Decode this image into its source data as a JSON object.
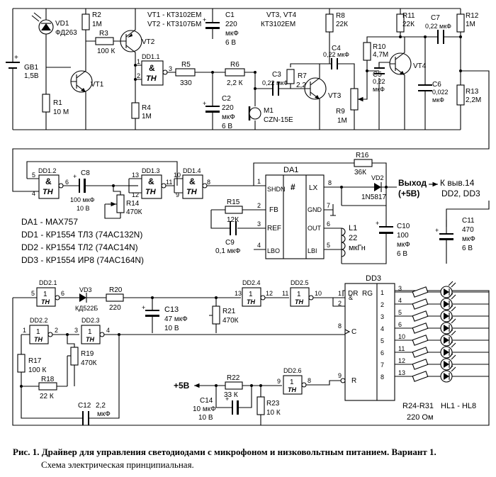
{
  "caption": {
    "line1": "Рис. 1. Драйвер для управления светодиодами с микрофоном и низковольтным питанием. Вариант 1.",
    "line2": "Схема электрическая принципиальная."
  },
  "legend_top": {
    "vt1": "VT1 - КТ3102ЕМ",
    "vt2": "VT2 - КТ3107БМ",
    "vt34a": "VT3, VT4",
    "vt34b": "КТ3102ЕМ"
  },
  "legend_ic": {
    "da1": "DA1 - MAX757",
    "dd1": "DD1 - КР1554 ТЛ3 (74AC132N)",
    "dd2": "DD2 - КР1554 ТЛ2 (74AC14N)",
    "dd3": "DD3 - КР1554 ИР8 (74AC164N)"
  },
  "labels": {
    "vd1": "VD1",
    "vd1v": "ФД263",
    "gb1": "GB1",
    "gb1v": "1,5В",
    "r1": "R1",
    "r1v": "10 М",
    "r2": "R2",
    "r2v": "1М",
    "r3": "R3",
    "r3v": "100 К",
    "vt1": "VT1",
    "vt2": "VT2",
    "dd11": "DD1.1",
    "r4": "R4",
    "r4v": "1М",
    "r5": "R5",
    "r5v": "330",
    "c1": "C1",
    "c1a": "220",
    "c1b": "мкФ",
    "c1c": "6 В",
    "c2": "C2",
    "c2a": "220",
    "c2b": "мкФ",
    "c2c": "6 В",
    "r6": "R6",
    "r6v": "2,2 К",
    "m1": "M1",
    "m1v": "CZN-15E",
    "c3": "C3",
    "c3v": "0,22 мкФ",
    "r7": "R7",
    "r7v": "2,2М",
    "r8": "R8",
    "r8v": "22К",
    "c4": "C4",
    "c4v": "0,22 мкФ",
    "vt3": "VT3",
    "r9": "R9",
    "r9v": "1М",
    "r10": "R10",
    "r10v": "4,7М",
    "c5": "C5",
    "c5a": "0,22",
    "c5b": "мкФ",
    "vt4": "VT4",
    "r11": "R11",
    "r11v": "22К",
    "c7": "C7",
    "c7v": "0,22 мкФ",
    "r12": "R12",
    "r12v": "1М",
    "c6": "C6",
    "c6a": "0,022",
    "c6b": "мкФ",
    "r13": "R13",
    "r13v": "2,2М",
    "dd12": "DD1.2",
    "c8": "C8",
    "c8v": "100 мкФ",
    "c8v2": "10 В",
    "dd13": "DD1.3",
    "dd14": "DD1.4",
    "r14": "R14",
    "r14v": "470К",
    "r15": "R15",
    "r15v": "12К",
    "c9": "C9",
    "c9v": "0,1 мкФ",
    "da1": "DA1",
    "r16": "R16",
    "r16v": "36К",
    "vd2": "VD2",
    "vd2v": "1N5817",
    "l1": "L1",
    "l1a": "22",
    "l1b": "мкГн",
    "c10": "C10",
    "c10a": "100",
    "c10b": "мкФ",
    "c10c": "6 В",
    "c11": "C11",
    "c11a": "470",
    "c11b": "мкФ",
    "c11c": "6 В",
    "out1": "Выход",
    "out2": "(+5В)",
    "outref1": "К выв.14",
    "outref2": "DD2, DD3",
    "pins_da1": [
      "SHDN",
      "FB",
      "REF",
      "LBO",
      "LX",
      "GND",
      "OUT",
      "LBI"
    ],
    "dd21": "DD2.1",
    "vd3": "VD3",
    "vd3v": "КД522Б",
    "r20": "R20",
    "r20v": "220",
    "c13": "C13",
    "c13a": "47 мкФ",
    "c13b": "10 В",
    "r21": "R21",
    "r21v": "470К",
    "dd24": "DD2.4",
    "dd25": "DD2.5",
    "dd3": "DD3",
    "dd22": "DD2.2",
    "dd23": "DD2.3",
    "r17": "R17",
    "r17v": "100 К",
    "r19": "R19",
    "r19v": "470К",
    "r18": "R18",
    "r18v": "22 К",
    "c12": "C12",
    "c12v": "2,2",
    "c12v2": "мкФ",
    "plus5": "+5В",
    "r22": "R22",
    "r22v": "33 К",
    "c14": "C14",
    "c14a": "10 мкФ",
    "c14b": "10 В",
    "r23": "R23",
    "r23v": "10 К",
    "dd26": "DD2.6",
    "r24": "R24-R31",
    "r24v": "220 Ом",
    "hl": "HL1 - HL8",
    "dr": "DR",
    "rg": "RG",
    "cpin": "C",
    "rpin": "R"
  }
}
